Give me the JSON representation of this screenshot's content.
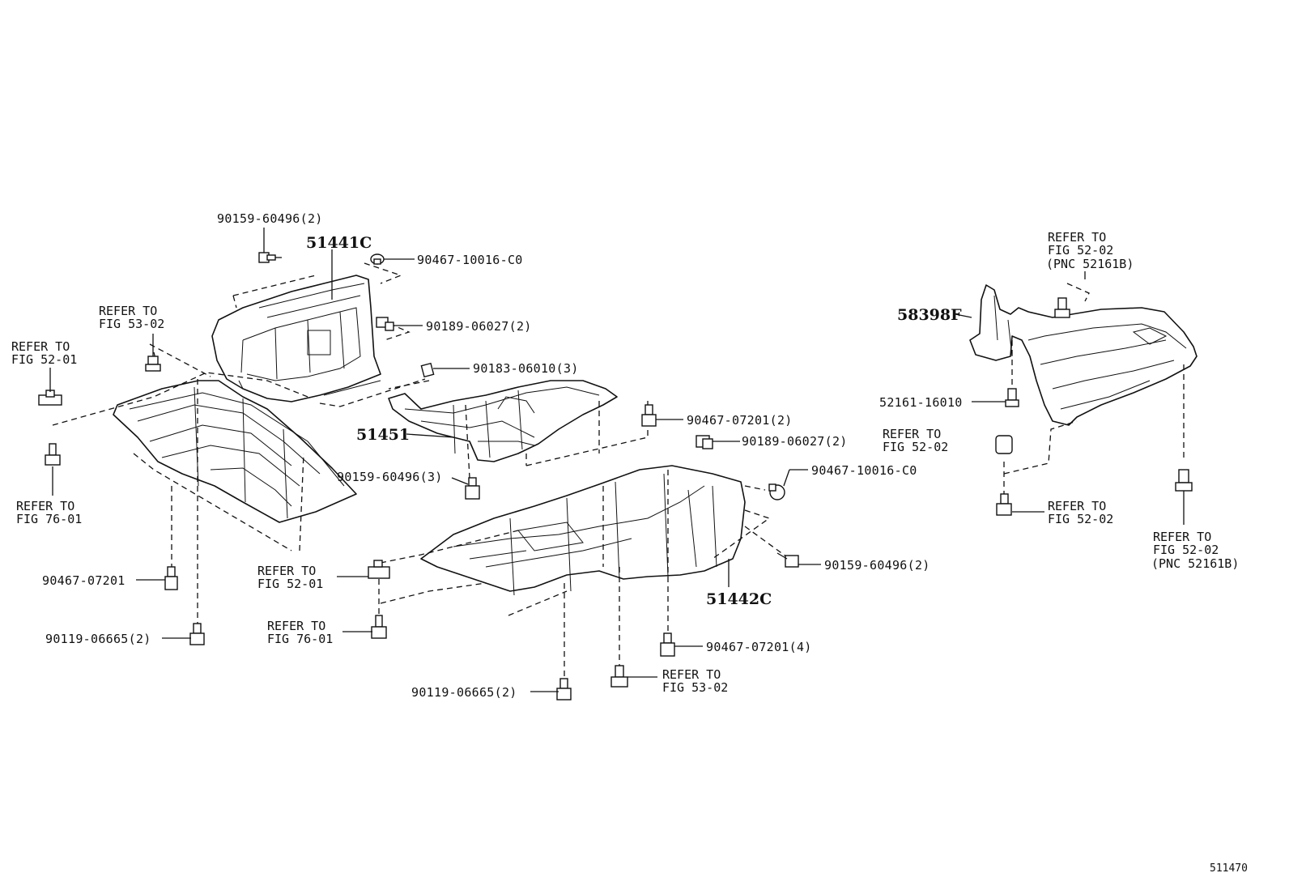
{
  "figure_number": "511470",
  "assemblies": {
    "a51441C": "51441C",
    "a51451": "51451",
    "a51442C": "51442C",
    "a58398F": "58398F"
  },
  "callouts": {
    "c01": "90159-60496(2)",
    "c02": "90467-10016-C0",
    "c03": "90189-06027(2)",
    "c04": "90183-06010(3)",
    "c05": "90467-07201(2)",
    "c06": "90189-06027(2)",
    "c07": "90159-60496(3)",
    "c08": "90467-10016-C0",
    "c09": "90159-60496(2)",
    "c10": "90467-07201",
    "c11": "90119-06665(2)",
    "c12": "90467-07201(4)",
    "c13": "90119-06665(2)",
    "c14": "52161-16010"
  },
  "references": {
    "r01": [
      "REFER TO",
      "FIG 53-02"
    ],
    "r02": [
      "REFER TO",
      "FIG 52-01"
    ],
    "r03": [
      "REFER TO",
      "FIG 76-01"
    ],
    "r04": [
      "REFER TO",
      "FIG 52-01"
    ],
    "r05": [
      "REFER TO",
      "FIG 76-01"
    ],
    "r06": [
      "REFER TO",
      "FIG 53-02"
    ],
    "r07": [
      "REFER TO",
      "FIG 52-02",
      "(PNC 52161B)"
    ],
    "r08": [
      "REFER TO",
      "FIG 52-02"
    ],
    "r09": [
      "REFER TO",
      "FIG 52-02"
    ],
    "r10": [
      "REFER TO",
      "FIG 52-02",
      "(PNC 52161B)"
    ]
  }
}
